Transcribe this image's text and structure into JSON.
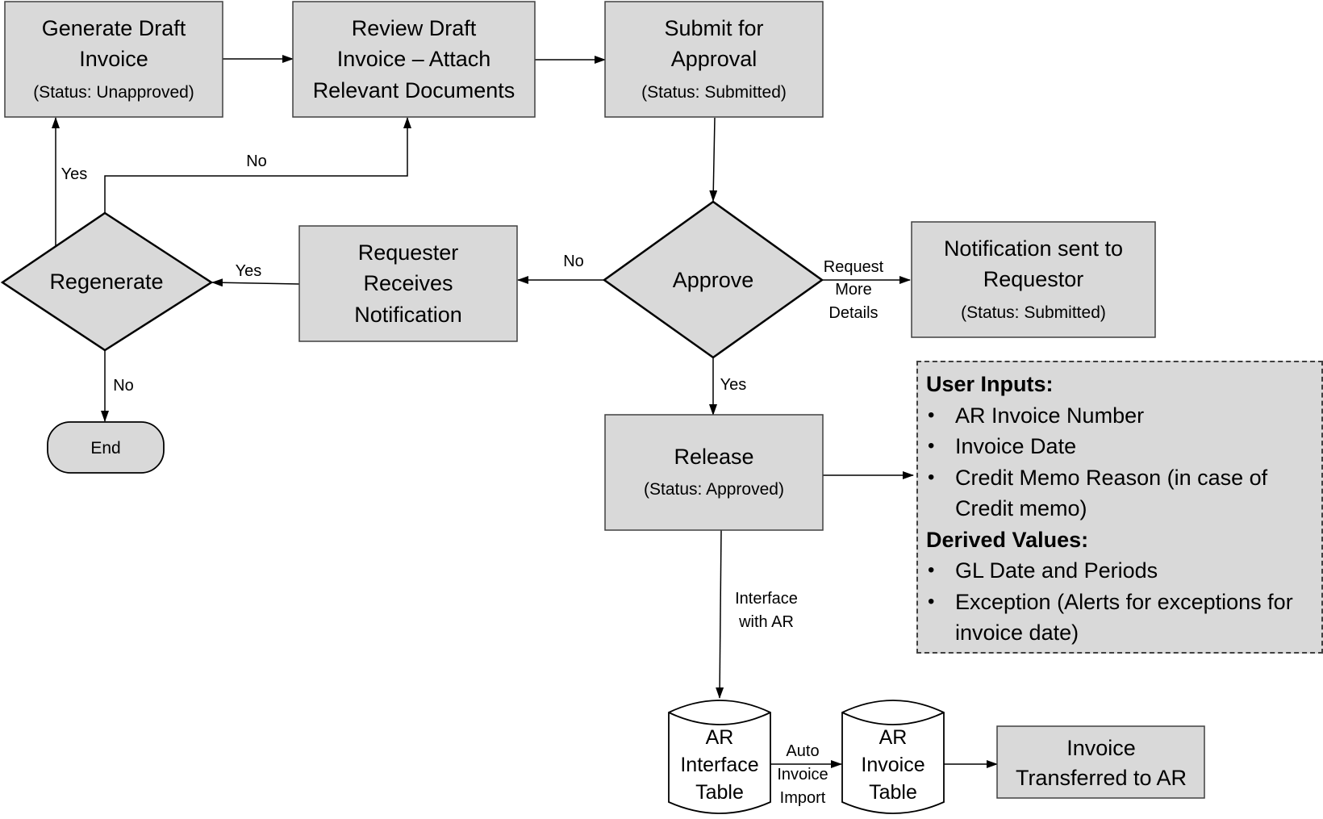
{
  "nodes": {
    "generate": {
      "line1": "Generate Draft",
      "line2": "Invoice",
      "status": "(Status: Unapproved)"
    },
    "review": {
      "line1": "Review Draft",
      "line2": "Invoice – Attach",
      "line3": "Relevant Documents"
    },
    "submit": {
      "line1": "Submit for",
      "line2": "Approval",
      "status": "(Status: Submitted)"
    },
    "approve": {
      "label": "Approve"
    },
    "regenerate": {
      "label": "Regenerate"
    },
    "requester": {
      "line1": "Requester",
      "line2": "Receives",
      "line3": "Notification"
    },
    "notification": {
      "line1": "Notification sent to",
      "line2": "Requestor",
      "status": "(Status: Submitted)"
    },
    "release": {
      "line1": "Release",
      "status": "(Status: Approved)"
    },
    "end": {
      "label": "End"
    },
    "ar_interface": {
      "line1": "AR",
      "line2": "Interface",
      "line3": "Table"
    },
    "ar_invoice": {
      "line1": "AR",
      "line2": "Invoice",
      "line3": "Table"
    },
    "transferred": {
      "line1": "Invoice",
      "line2": "Transferred to AR"
    }
  },
  "edges": {
    "yes_regenerate_up": "Yes",
    "no_regenerate_up": "No",
    "no_approve": "No",
    "yes_requester": "Yes",
    "request_more": {
      "line1": "Request",
      "line2": "More",
      "line3": "Details"
    },
    "yes_approve": "Yes",
    "no_end": "No",
    "interface": {
      "line1": "Interface",
      "line2": "with AR"
    },
    "auto_import": {
      "line1": "Auto",
      "line2": "Invoice",
      "line3": "Import"
    }
  },
  "notes": {
    "user_inputs_title": "User Inputs:",
    "user_inputs": [
      "AR Invoice Number",
      "Invoice Date",
      "Credit Memo Reason (in case of Credit memo)"
    ],
    "derived_title": "Derived Values:",
    "derived": [
      "GL Date and Periods",
      "Exception (Alerts for exceptions for invoice date)"
    ]
  }
}
